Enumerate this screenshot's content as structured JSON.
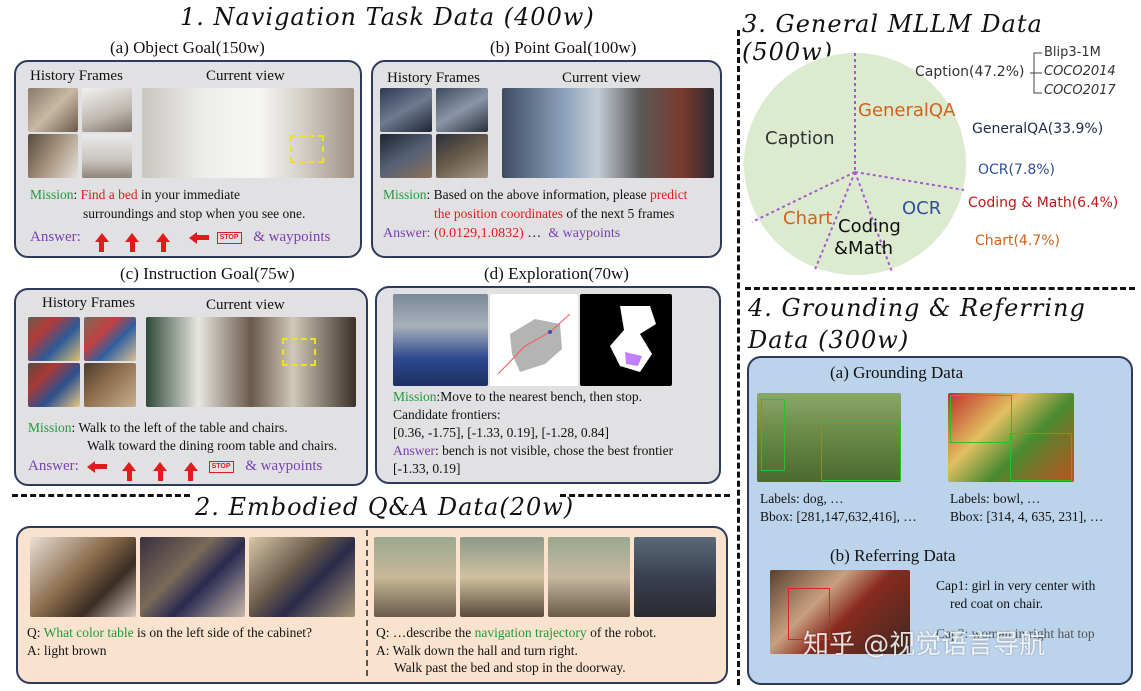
{
  "sections": {
    "nav": "1. Navigation Task Data (400w)",
    "eqa": "2. Embodied Q&A Data(20w)",
    "general": "3. General MLLM Data (500w)",
    "grounding": "4. Grounding & Referring Data (300w)"
  },
  "nav": {
    "object": {
      "title": "(a) Object Goal(150w)",
      "history": "History Frames",
      "current": "Current view",
      "mission_label": "Mission",
      "mission_pre": ": ",
      "mission_red": "Find a bed",
      "mission_post": " in your immediate",
      "mission_line2": "surroundings and stop when you see one.",
      "answer_label": "Answer:",
      "waypoints": "& waypoints",
      "stop": "STOP"
    },
    "point": {
      "title": "(b) Point Goal(100w)",
      "history": "History Frames",
      "current": "Current view",
      "mission_label": "Mission",
      "mission_text": ": Based on the above information, please ",
      "mission_red1": "predict",
      "mission_red2": "the position coordinates",
      "mission_post": " of the next 5 frames",
      "answer_label": "Answer:",
      "answer_value": " (0.0129,1.0832)",
      "answer_post": " …",
      "waypoints": "& waypoints"
    },
    "instruction": {
      "title": "(c) Instruction Goal(75w)",
      "history": "History Frames",
      "current": "Current view",
      "mission_label": "Mission",
      "mission_line1": ":  Walk to the left of the table and chairs.",
      "mission_line2": "Walk toward the dining room table and chairs.",
      "answer_label": "Answer:",
      "waypoints": "& waypoints",
      "stop": "STOP"
    },
    "exploration": {
      "title": "(d) Exploration(70w)",
      "mission_label": "Mission",
      "mission_text": ":Move to the nearest bench, then stop.",
      "line2": "Candidate frontiers:",
      "line3": "[0.36, -1.75], [-1.33, 0.19], [-1.28, 0.84]",
      "answer_label": "Answer",
      "answer_text": ": bench is not visible, chose the best frontier",
      "answer_line2": "[-1.33, 0.19]"
    }
  },
  "eqa": {
    "left": {
      "q_prefix": "Q: ",
      "q_green": "What color table",
      "q_post": " is on the left side of the cabinet?",
      "a": "A: light brown"
    },
    "right": {
      "q_prefix": "Q: …describe the ",
      "q_green": "navigation trajectory",
      "q_post": " of the robot.",
      "a1": "A:  Walk down the hall and turn right.",
      "a2": "Walk past the bed and stop in the doorway."
    }
  },
  "general": {
    "pie_labels": {
      "caption": "Caption",
      "generalqa": "GeneralQA",
      "ocr": "OCR",
      "chart": "Chart",
      "coding1": "Coding",
      "coding2": "&Math"
    },
    "legend": {
      "caption": "Caption(47.2%)",
      "generalqa": "GeneralQA(33.9%)",
      "ocr": "OCR(7.8%)",
      "coding": "Coding & Math(6.4%)",
      "chart": "Chart(4.7%)"
    },
    "caption_sources": [
      "Blip3-1M",
      "COCO2014",
      "COCO2017"
    ],
    "pie_color": "#dcebd0",
    "divider_color": "#a659d0",
    "chart_data": {
      "type": "pie",
      "categories": [
        "Caption",
        "GeneralQA",
        "OCR",
        "Coding & Math",
        "Chart"
      ],
      "values": [
        47.2,
        33.9,
        7.8,
        6.4,
        4.7
      ]
    }
  },
  "grounding": {
    "grounding_title": "(a) Grounding Data",
    "labels1": "Labels: dog, …",
    "bbox1": "Bbox: [281,147,632,416], …",
    "labels2": "Labels: bowl, …",
    "bbox2": "Bbox: [314, 4, 635, 231], …",
    "referring_title": "(b) Referring Data",
    "cap1_line1": "Cap1: girl in very center with",
    "cap1_line2": "red coat on chair.",
    "cap2_partial": "Cap2: woman in right hat top"
  },
  "watermark": "知乎 @视觉语言导航"
}
